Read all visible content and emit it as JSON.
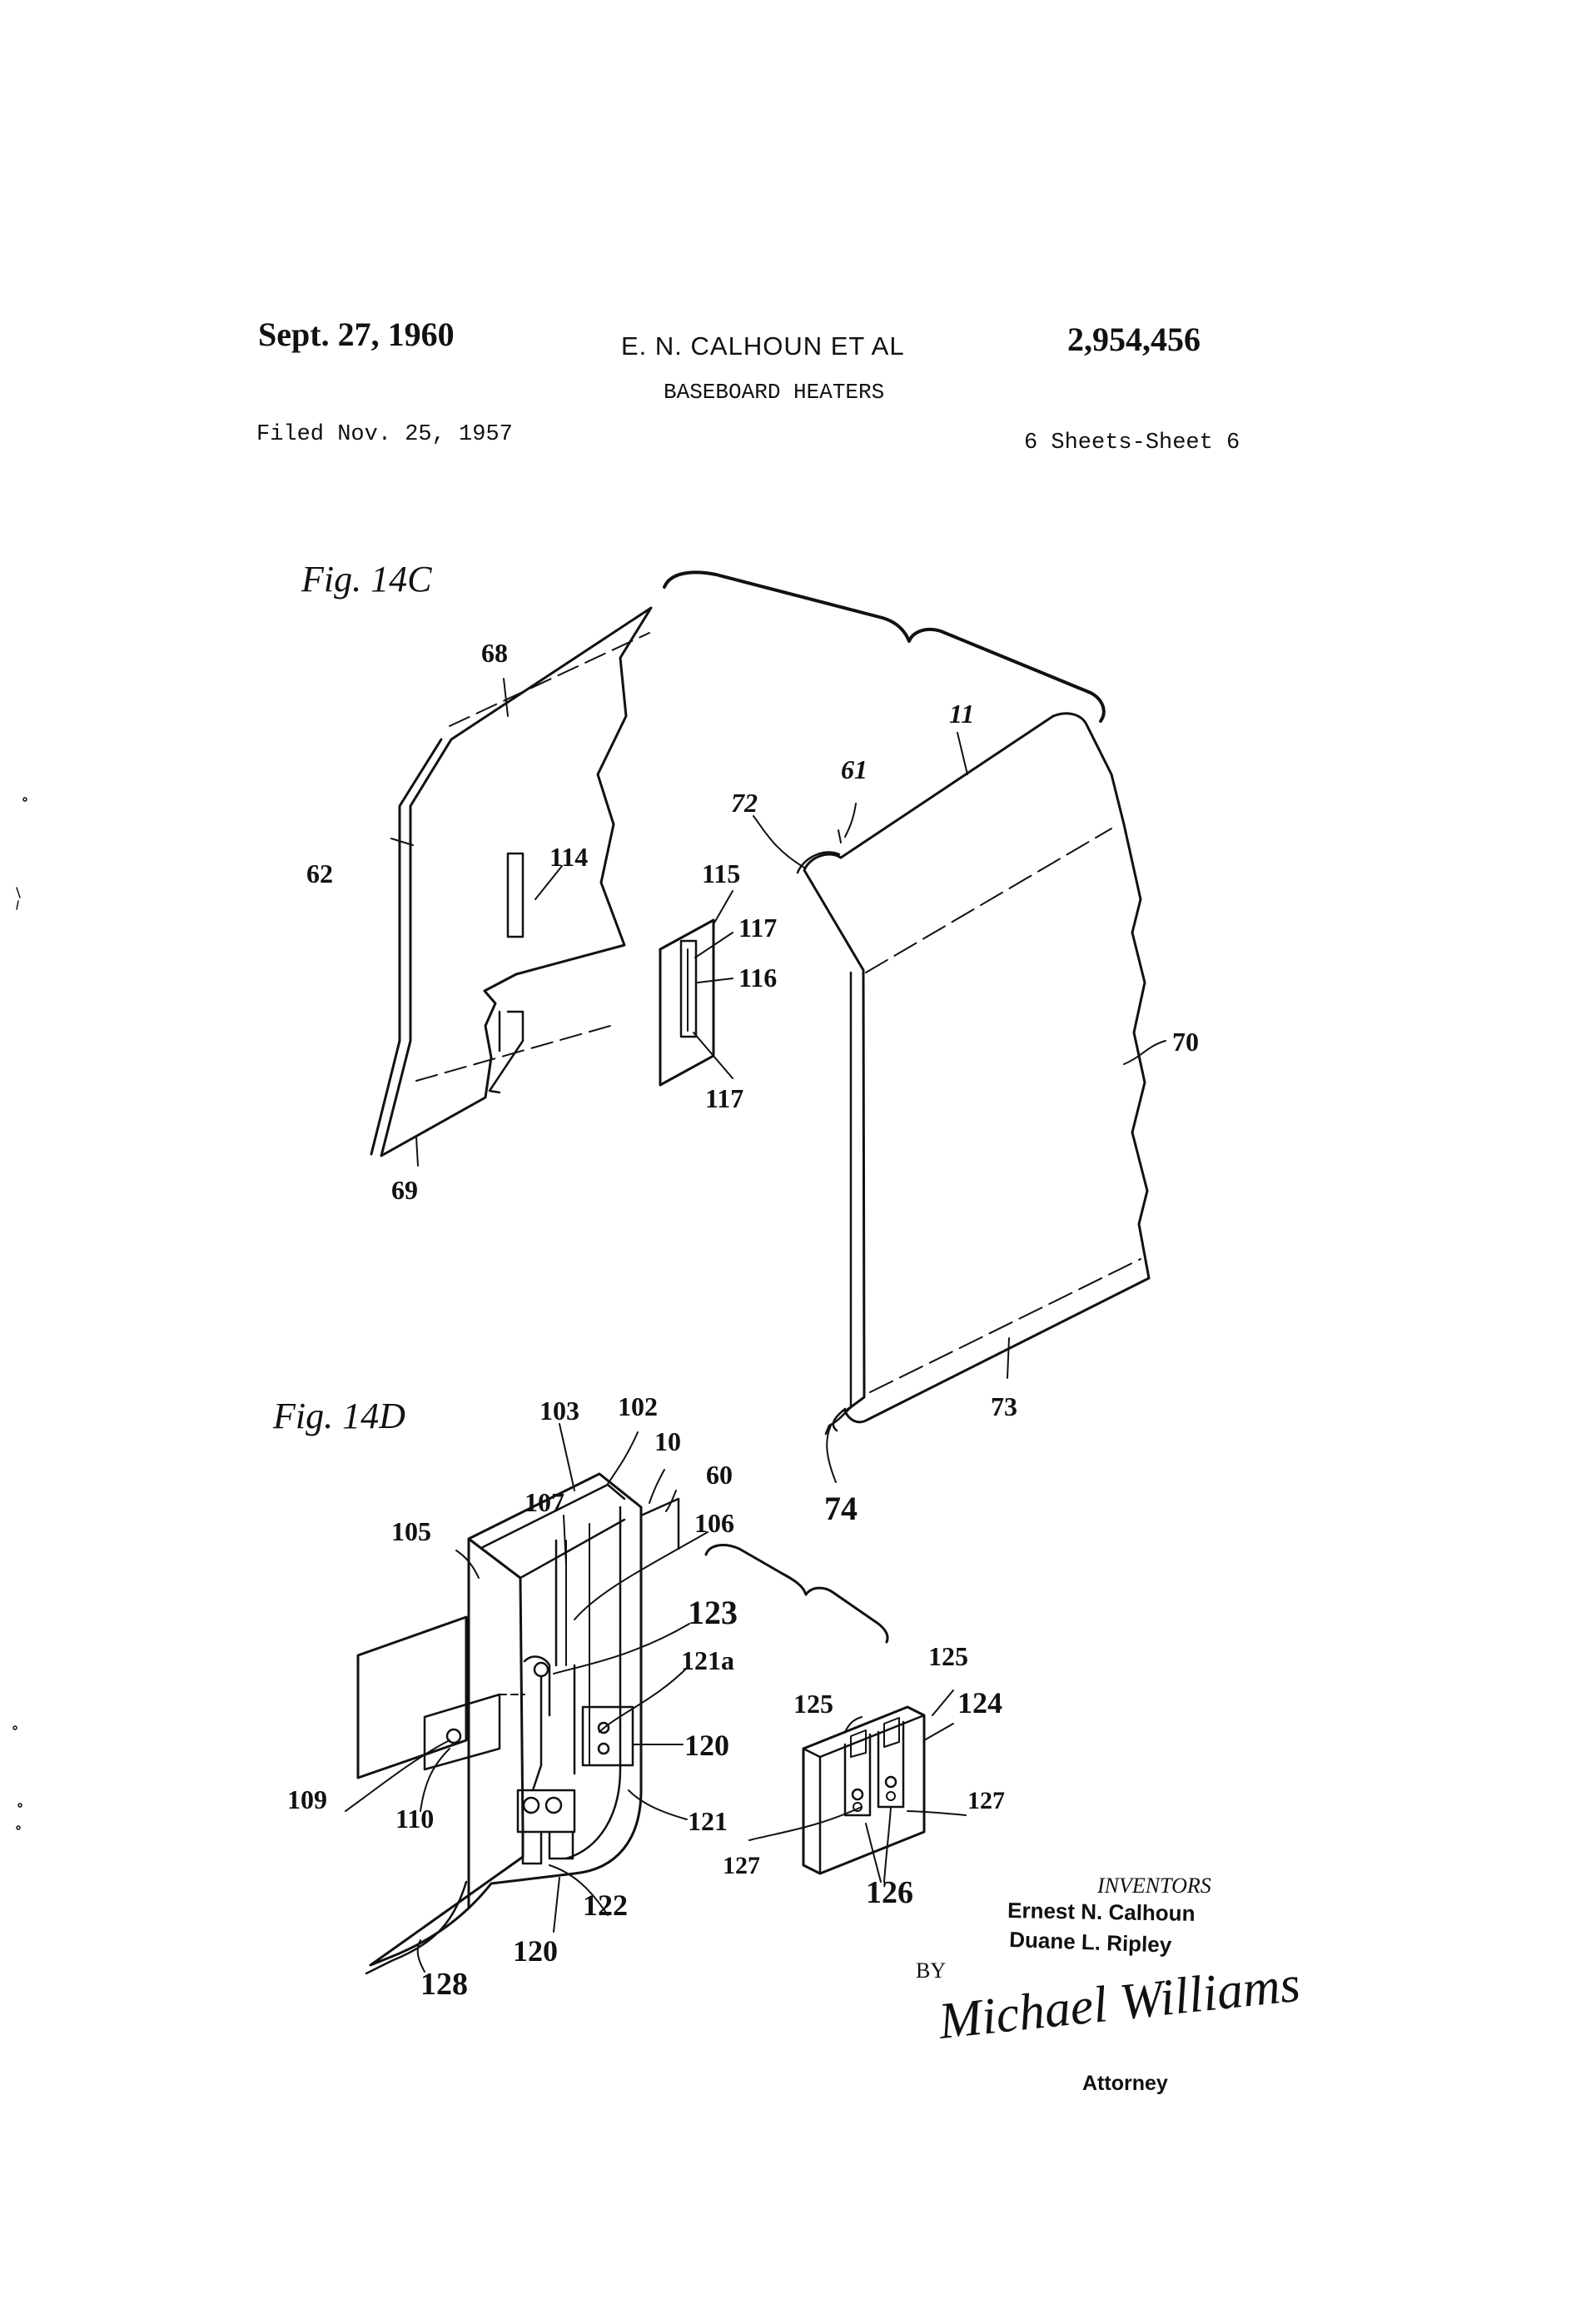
{
  "header": {
    "date": "Sept. 27, 1960",
    "inventor_line": "E. N. CALHOUN ET AL",
    "patent_number": "2,954,456",
    "title": "BASEBOARD HEATERS",
    "filed": "Filed Nov. 25, 1957",
    "sheets": "6 Sheets-Sheet 6"
  },
  "figures": {
    "fig_14c_label": "Fig. 14C",
    "fig_14d_label": "Fig. 14D"
  },
  "reference_numerals_14c": [
    "68",
    "62",
    "114",
    "69",
    "115",
    "117",
    "116",
    "117",
    "72",
    "61",
    "11",
    "70",
    "73",
    "74"
  ],
  "reference_numerals_14d": [
    "103",
    "102",
    "10",
    "60",
    "107",
    "106",
    "105",
    "123",
    "121a",
    "120",
    "109",
    "110",
    "121",
    "122",
    "120",
    "128",
    "125",
    "125",
    "124",
    "127",
    "127",
    "126"
  ],
  "inventors": {
    "heading": "INVENTORS",
    "name_1": "Ernest N. Calhoun",
    "name_2": "Duane L. Ripley",
    "by": "BY",
    "attorney_signature": "Michael Williams",
    "attorney_label": "Attorney"
  }
}
